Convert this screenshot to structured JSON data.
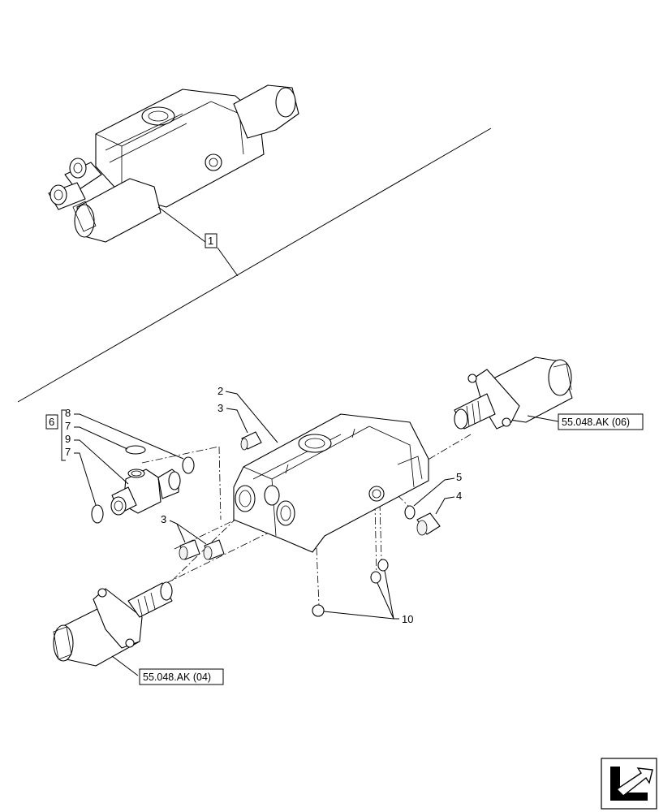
{
  "callouts": {
    "c1": "1",
    "c2": "2",
    "c3a": "3",
    "c3b": "3",
    "c4": "4",
    "c5": "5",
    "c6": "6",
    "c7a": "7",
    "c7b": "7",
    "c8": "8",
    "c9": "9",
    "c10": "10"
  },
  "references": {
    "solenoid_right": "55.048.AK (06)",
    "solenoid_left": "55.048.AK (04)"
  },
  "nav_icon": "next-page-arrow-icon"
}
